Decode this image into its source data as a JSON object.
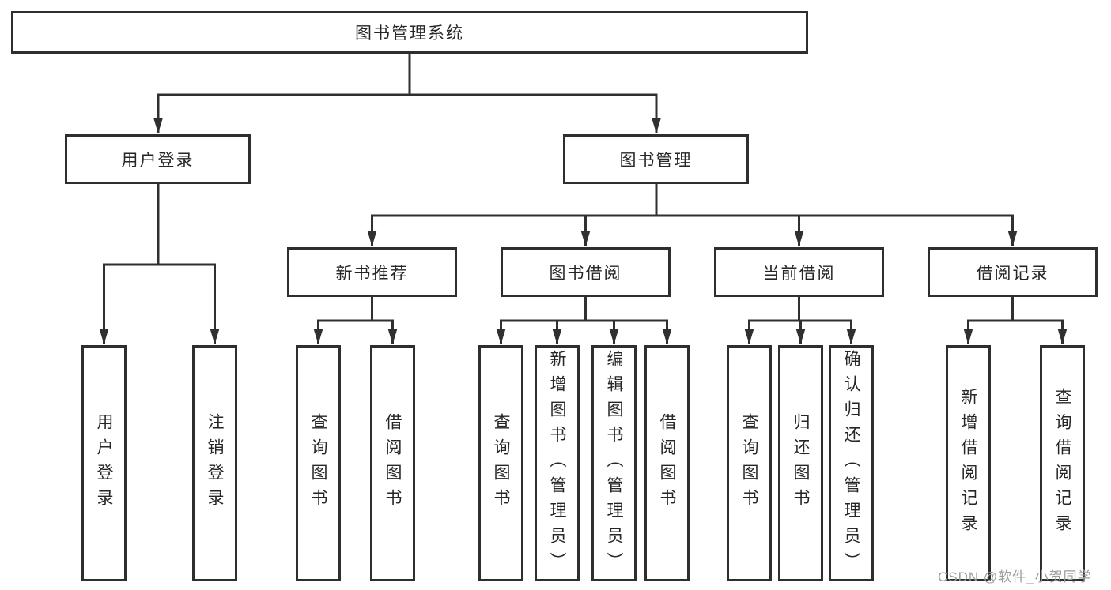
{
  "diagram_title": "图书管理系统",
  "tree": {
    "root": {
      "label": "图书管理系统"
    },
    "branches": [
      {
        "label": "用户登录",
        "children": [
          "用户登录",
          "注销登录"
        ]
      },
      {
        "label": "图书管理",
        "children": [
          {
            "label": "新书推荐",
            "children": [
              "查询图书",
              "借阅图书"
            ]
          },
          {
            "label": "图书借阅",
            "children": [
              "查询图书",
              "新增图书（管理员）",
              "编辑图书（管理员）",
              "借阅图书"
            ]
          },
          {
            "label": "当前借阅",
            "children": [
              "查询图书",
              "归还图书",
              "确认归还（管理员）"
            ]
          },
          {
            "label": "借阅记录",
            "children": [
              "新增借阅记录",
              "查询借阅记录"
            ]
          }
        ]
      }
    ]
  },
  "watermark": "CSDN @软件_小贺同学",
  "colors": {
    "line": "#303030",
    "box_border": "#2e2e2e",
    "text": "#262626",
    "watermark": "#9c9c9c",
    "background": "#ffffff"
  }
}
